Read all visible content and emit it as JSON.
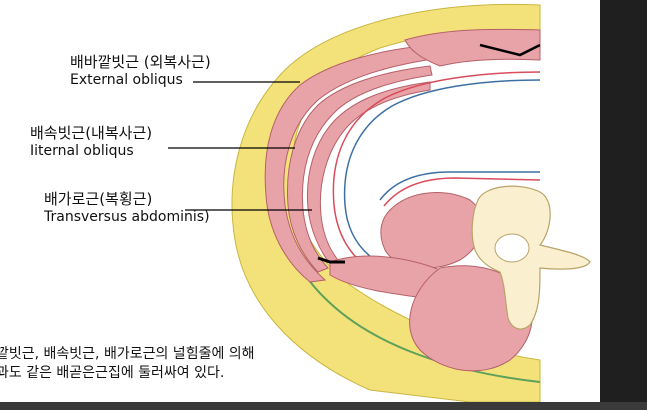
{
  "labels": {
    "external_obliquus": {
      "ko": "배바깥빗근 (외복사근)",
      "en": "External obliqus"
    },
    "internal_obliquus": {
      "ko": "배속빗근(내복사근)",
      "en": "Iiternal obliqus"
    },
    "transversus": {
      "ko": "배가로근(복횡근)",
      "en": "Transversus abdominis)"
    }
  },
  "caption": {
    "line1": "깥빗근, 배속빗근, 배가로근의 널힘줄에 의해",
    "line2": "과도 같은 배곧은근집에 둘러싸여 있다."
  },
  "colors": {
    "background": "#ffffff",
    "fat_layer": "#f3e27a",
    "fascia_outline": "#c9b640",
    "green_line": "#5ea15a",
    "muscle_fill": "#e8a3a8",
    "muscle_outline": "#b56068",
    "peritoneum_red": "#d94c5c",
    "peritoneum_blue": "#3d6fa3",
    "vertebra": "#faf0cf",
    "leader_line": "#000000"
  }
}
